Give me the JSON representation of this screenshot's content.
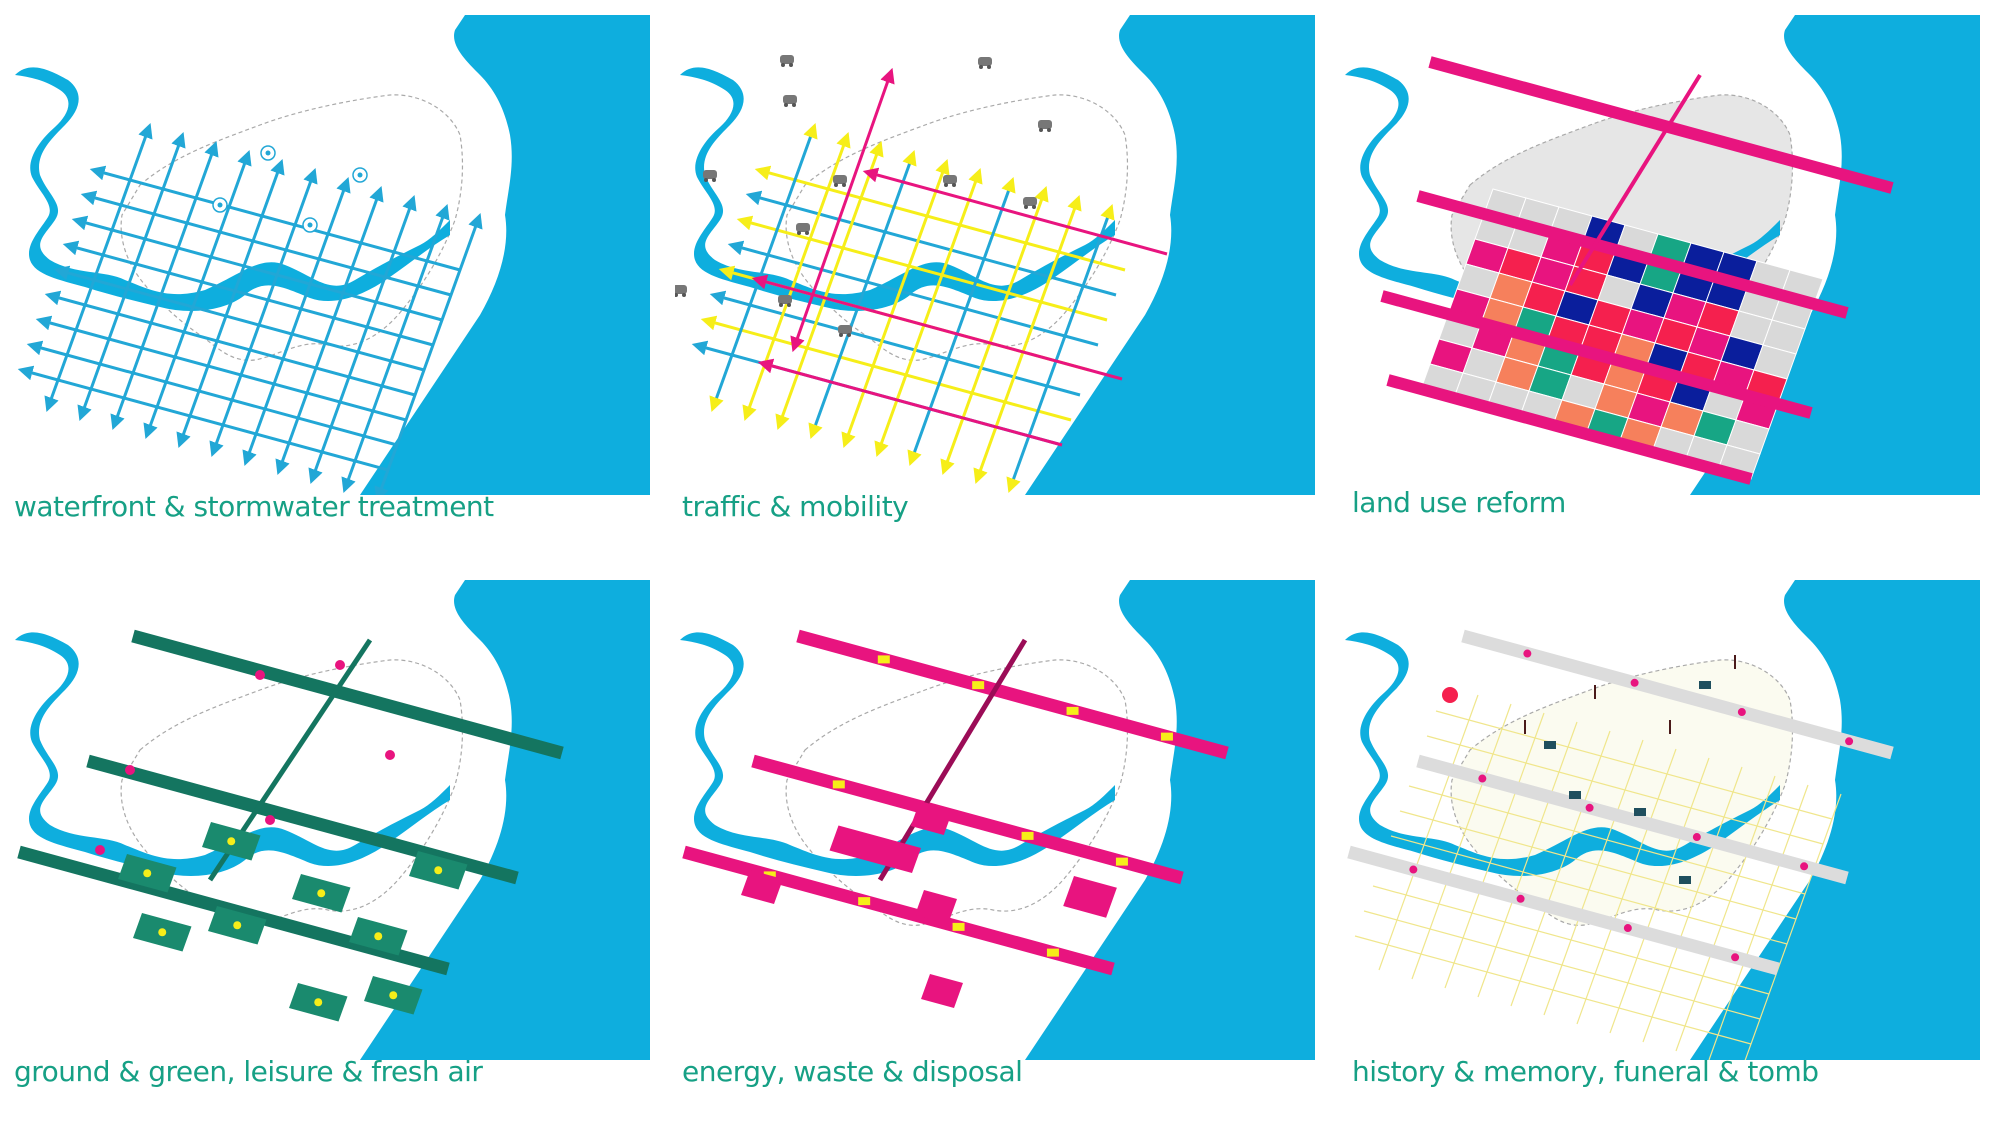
{
  "colors": {
    "water": "#0eaede",
    "grid_blue": "#22a7d6",
    "yellow": "#f6ee19",
    "magenta": "#e8147f",
    "dark_green": "#147560",
    "green_field": "#1a8a6e",
    "navy": "#0a1e9c",
    "red": "#f5204e",
    "salmon": "#f6805c",
    "teal": "#17a685",
    "caption": "#16a085",
    "outline": "#a9a9a9"
  },
  "icons": {
    "waterfront": [
      "water-drop-icon",
      "rain-cloud-icon"
    ],
    "traffic": [
      "car-icon",
      "bicycle-icon",
      "train-icon",
      "boat-icon"
    ],
    "green": [
      "tree-icon",
      "leisure-person-icon",
      "fresh-air-icon",
      "lightning-icon"
    ],
    "energy": [
      "solar-panel-icon",
      "waste-bin-icon",
      "transmission-tower-icon"
    ],
    "history": [
      "lotus-icon",
      "funeral-marker-icon",
      "tomb-icon",
      "memorial-pin-icon"
    ]
  },
  "panels": [
    {
      "id": "waterfront",
      "caption": "waterfront & stormwater treatment"
    },
    {
      "id": "traffic",
      "caption": "traffic & mobility"
    },
    {
      "id": "landuse",
      "caption": "land use reform"
    },
    {
      "id": "green",
      "caption": "ground & green, leisure & fresh air"
    },
    {
      "id": "energy",
      "caption": "energy, waste & disposal"
    },
    {
      "id": "history",
      "caption": "history & memory, funeral & tomb"
    }
  ]
}
